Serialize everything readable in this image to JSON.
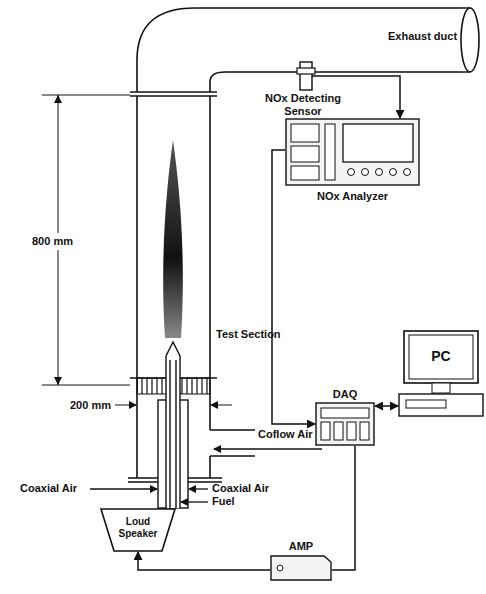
{
  "diagram": {
    "nodes": [
      {
        "text": [
          "NOx Detecting Sensor"
        ]
      },
      {
        "text": [
          "NOx Analyzer"
        ]
      },
      {
        "text": [
          "PC"
        ]
      },
      {
        "text": [
          "DAQ"
        ]
      },
      {
        "text": [
          "Loud Speaker"
        ]
      },
      {
        "text": [
          "AMP"
        ]
      }
    ],
    "edges": [
      {
        "from": 0,
        "to": 1,
        "arrow": "to"
      },
      {
        "from": 1,
        "to": 3,
        "arrow": "to"
      },
      {
        "from": 2,
        "to": 3,
        "arrow": "both"
      },
      {
        "from": 3,
        "to": 5,
        "arrow": "none"
      },
      {
        "from": 5,
        "to": 4,
        "arrow": "to"
      }
    ],
    "labels": [
      "Exhaust duct",
      "800 mm",
      "Test Section",
      "200 mm",
      "Coflow Air",
      "Coaxial Air",
      "Coaxial Air",
      "Fuel"
    ]
  }
}
